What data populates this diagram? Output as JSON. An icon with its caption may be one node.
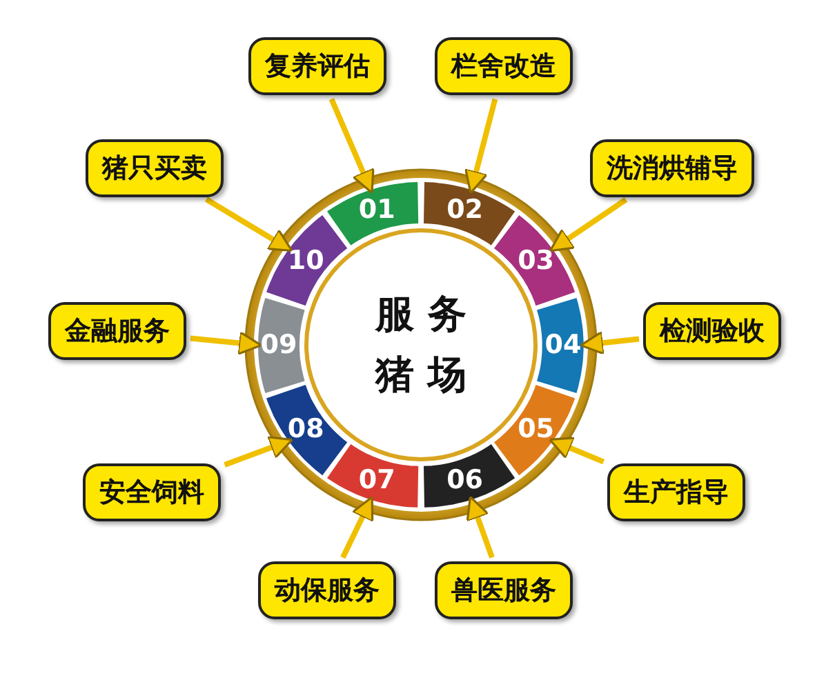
{
  "diagram": {
    "nodes": [
      {
        "text": [
          "服务猪场"
        ]
      },
      {
        "text": [
          "01"
        ]
      },
      {
        "text": [
          "02"
        ]
      },
      {
        "text": [
          "03"
        ]
      },
      {
        "text": [
          "04"
        ]
      },
      {
        "text": [
          "05"
        ]
      },
      {
        "text": [
          "06"
        ]
      },
      {
        "text": [
          "07"
        ]
      },
      {
        "text": [
          "08"
        ]
      },
      {
        "text": [
          "09"
        ]
      },
      {
        "text": [
          "10"
        ]
      },
      {
        "text": [
          "复养评估"
        ]
      },
      {
        "text": [
          "栏舍改造"
        ]
      },
      {
        "text": [
          "洗消烘辅导"
        ]
      },
      {
        "text": [
          "检测验收"
        ]
      },
      {
        "text": [
          "生产指导"
        ]
      },
      {
        "text": [
          "兽医服务"
        ]
      },
      {
        "text": [
          "动保服务"
        ]
      },
      {
        "text": [
          "安全饲料"
        ]
      },
      {
        "text": [
          "金融服务"
        ]
      },
      {
        "text": [
          "猪只买卖"
        ]
      }
    ],
    "edges": [
      {
        "from": 11,
        "to": 1,
        "arrow": "to"
      },
      {
        "from": 12,
        "to": 2,
        "arrow": "to"
      },
      {
        "from": 13,
        "to": 3,
        "arrow": "to"
      },
      {
        "from": 14,
        "to": 4,
        "arrow": "to"
      },
      {
        "from": 15,
        "to": 5,
        "arrow": "to"
      },
      {
        "from": 16,
        "to": 6,
        "arrow": "to"
      },
      {
        "from": 17,
        "to": 7,
        "arrow": "to"
      },
      {
        "from": 18,
        "to": 8,
        "arrow": "to"
      },
      {
        "from": 19,
        "to": 9,
        "arrow": "to"
      },
      {
        "from": 20,
        "to": 10,
        "arrow": "to"
      }
    ]
  }
}
